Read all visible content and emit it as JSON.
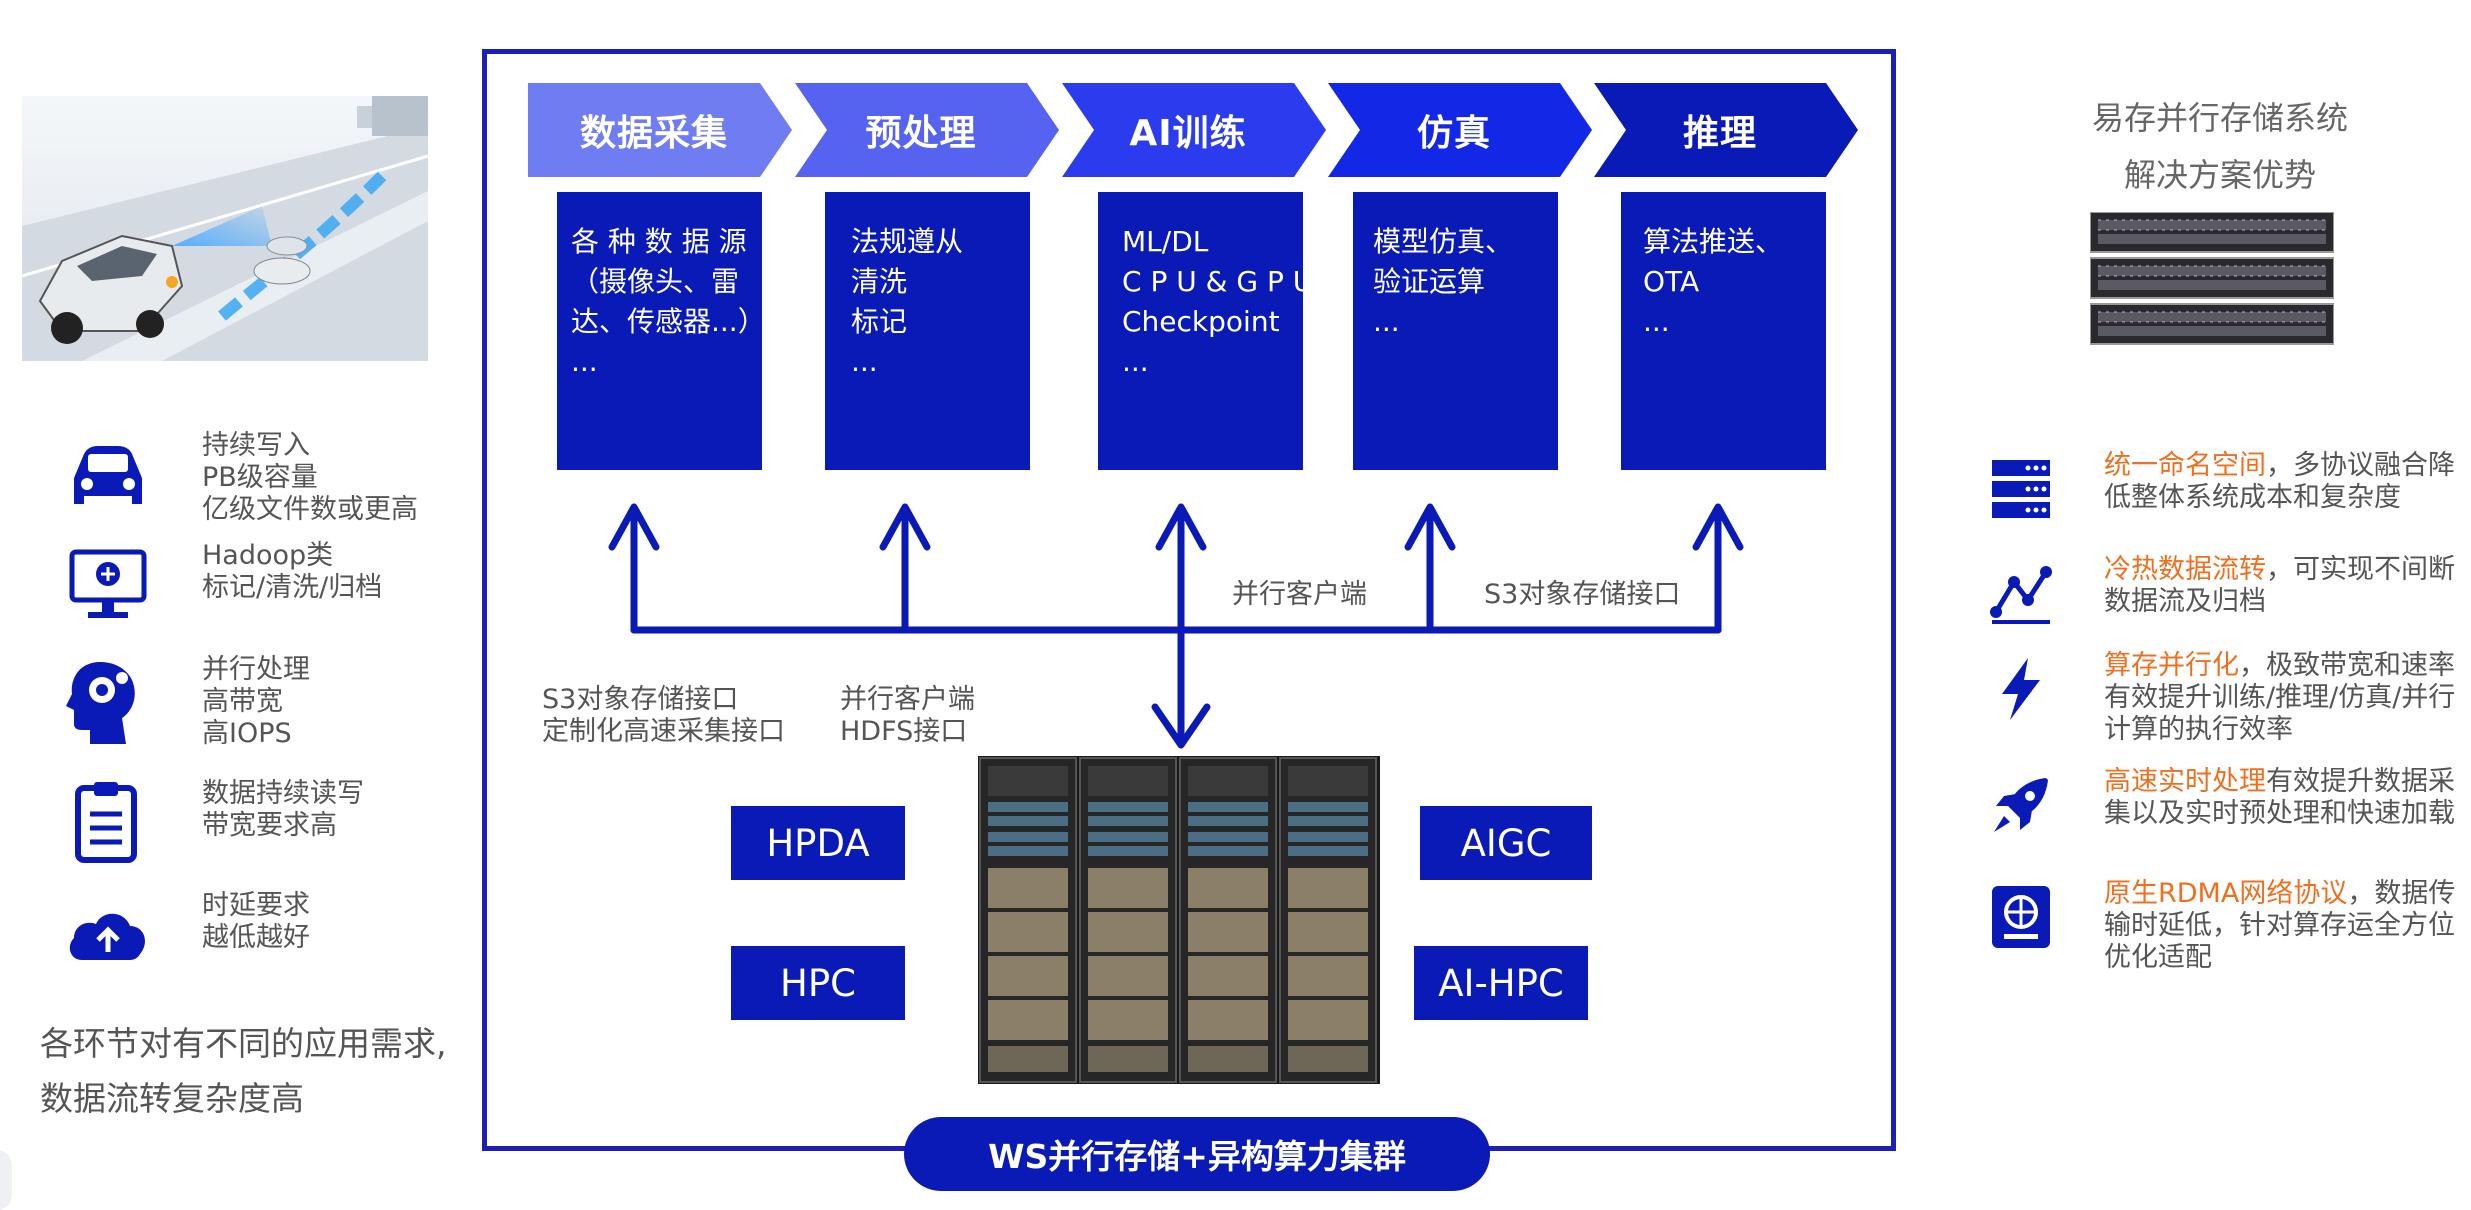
{
  "colors": {
    "primary": "#0a1ab6",
    "frame": "#1b1fb5",
    "highlight": "#f07021",
    "text": "#555555"
  },
  "left_features": [
    {
      "icon": "car-icon",
      "lines": [
        "持续写入",
        "PB级容量",
        "亿级文件数或更高"
      ]
    },
    {
      "icon": "monitor-icon",
      "lines": [
        "Hadoop类",
        "标记/清洗/归档"
      ]
    },
    {
      "icon": "head-gear-icon",
      "lines": [
        "并行处理",
        "高带宽",
        "高IOPS"
      ]
    },
    {
      "icon": "clipboard-icon",
      "lines": [
        "数据持续读写",
        "带宽要求高"
      ]
    },
    {
      "icon": "cloud-upload-icon",
      "lines": [
        "时延要求",
        "越低越好"
      ]
    }
  ],
  "left_note": [
    "各环节对有不同的应用需求,",
    "数据流转复杂度高"
  ],
  "stages": [
    {
      "title": "数据采集",
      "color": "#6f7cf2",
      "lines": [
        "各 种 数 据 源",
        "（摄像头、雷",
        "达、传感器...）",
        "..."
      ]
    },
    {
      "title": "预处理",
      "color": "#5563f0",
      "lines": [
        "法规遵从",
        "清洗",
        "标记",
        "..."
      ]
    },
    {
      "title": "AI训练",
      "color": "#2a3ced",
      "lines": [
        "ML/DL",
        "C P U & G P U",
        "Checkpoint",
        "..."
      ]
    },
    {
      "title": "仿真",
      "color": "#1228e6",
      "lines": [
        "模型仿真、",
        "验证运算",
        "..."
      ]
    },
    {
      "title": "推理",
      "color": "#0a1ab6",
      "lines": [
        "算法推送、",
        "OTA",
        "..."
      ]
    }
  ],
  "connectors": {
    "parallel_client": "并行客户端",
    "s3_interface": "S3对象存储接口"
  },
  "protocols_left": [
    "S3对象存储接口",
    "定制化高速采集接口"
  ],
  "protocols_mid": [
    "并行客户端",
    "HDFS接口"
  ],
  "apps": {
    "hpda": "HPDA",
    "hpc": "HPC",
    "aigc": "AIGC",
    "aihpc": "AI-HPC"
  },
  "banner": "WS并行存储+异构算力集群",
  "system_title": [
    "易存并行存储系统",
    "解决方案优势"
  ],
  "advantages": [
    {
      "icon": "server-stack-icon",
      "highlight": "统一命名空间",
      "rest": "，多协议融合降低整体系统成本和复杂度"
    },
    {
      "icon": "data-flow-icon",
      "highlight": "冷热数据流转",
      "rest": "，可实现不间断数据流及归档"
    },
    {
      "icon": "lightning-icon",
      "highlight": "算存并行化",
      "rest": "，极致带宽和速率有效提升训练/推理/仿真/并行计算的执行效率"
    },
    {
      "icon": "rocket-icon",
      "highlight": "高速实时处理",
      "rest": "有效提升数据采集以及实时预处理和快速加载"
    },
    {
      "icon": "network-protocol-icon",
      "highlight": "原生RDMA网络协议",
      "rest": "，数据传输时延低，针对算存运全方位优化适配"
    }
  ]
}
